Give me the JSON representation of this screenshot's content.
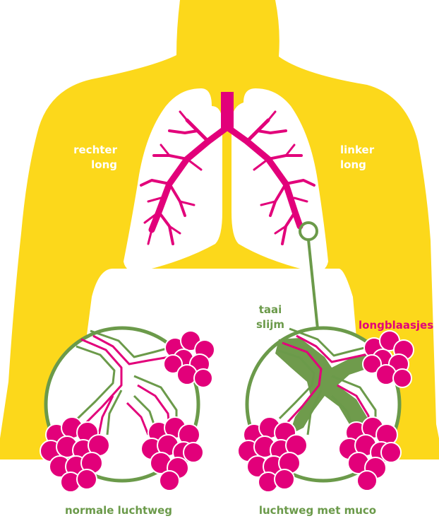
{
  "labels": {
    "right_lung": [
      "rechter",
      "long"
    ],
    "left_lung": [
      "linker",
      "long"
    ],
    "mucus": [
      "taai",
      "slijm"
    ],
    "alveoli": "longblaasjes",
    "normal_airway": "normale luchtweg",
    "airway_with_mucus": "luchtweg met muco"
  },
  "colors": {
    "body": "#fcd81b",
    "lung": "#ffffff",
    "airway": "#e2007a",
    "circle_outline": "#6b9a4a",
    "mucus": "#6f9b4c",
    "alveoli_stroke": "#ffffff"
  }
}
